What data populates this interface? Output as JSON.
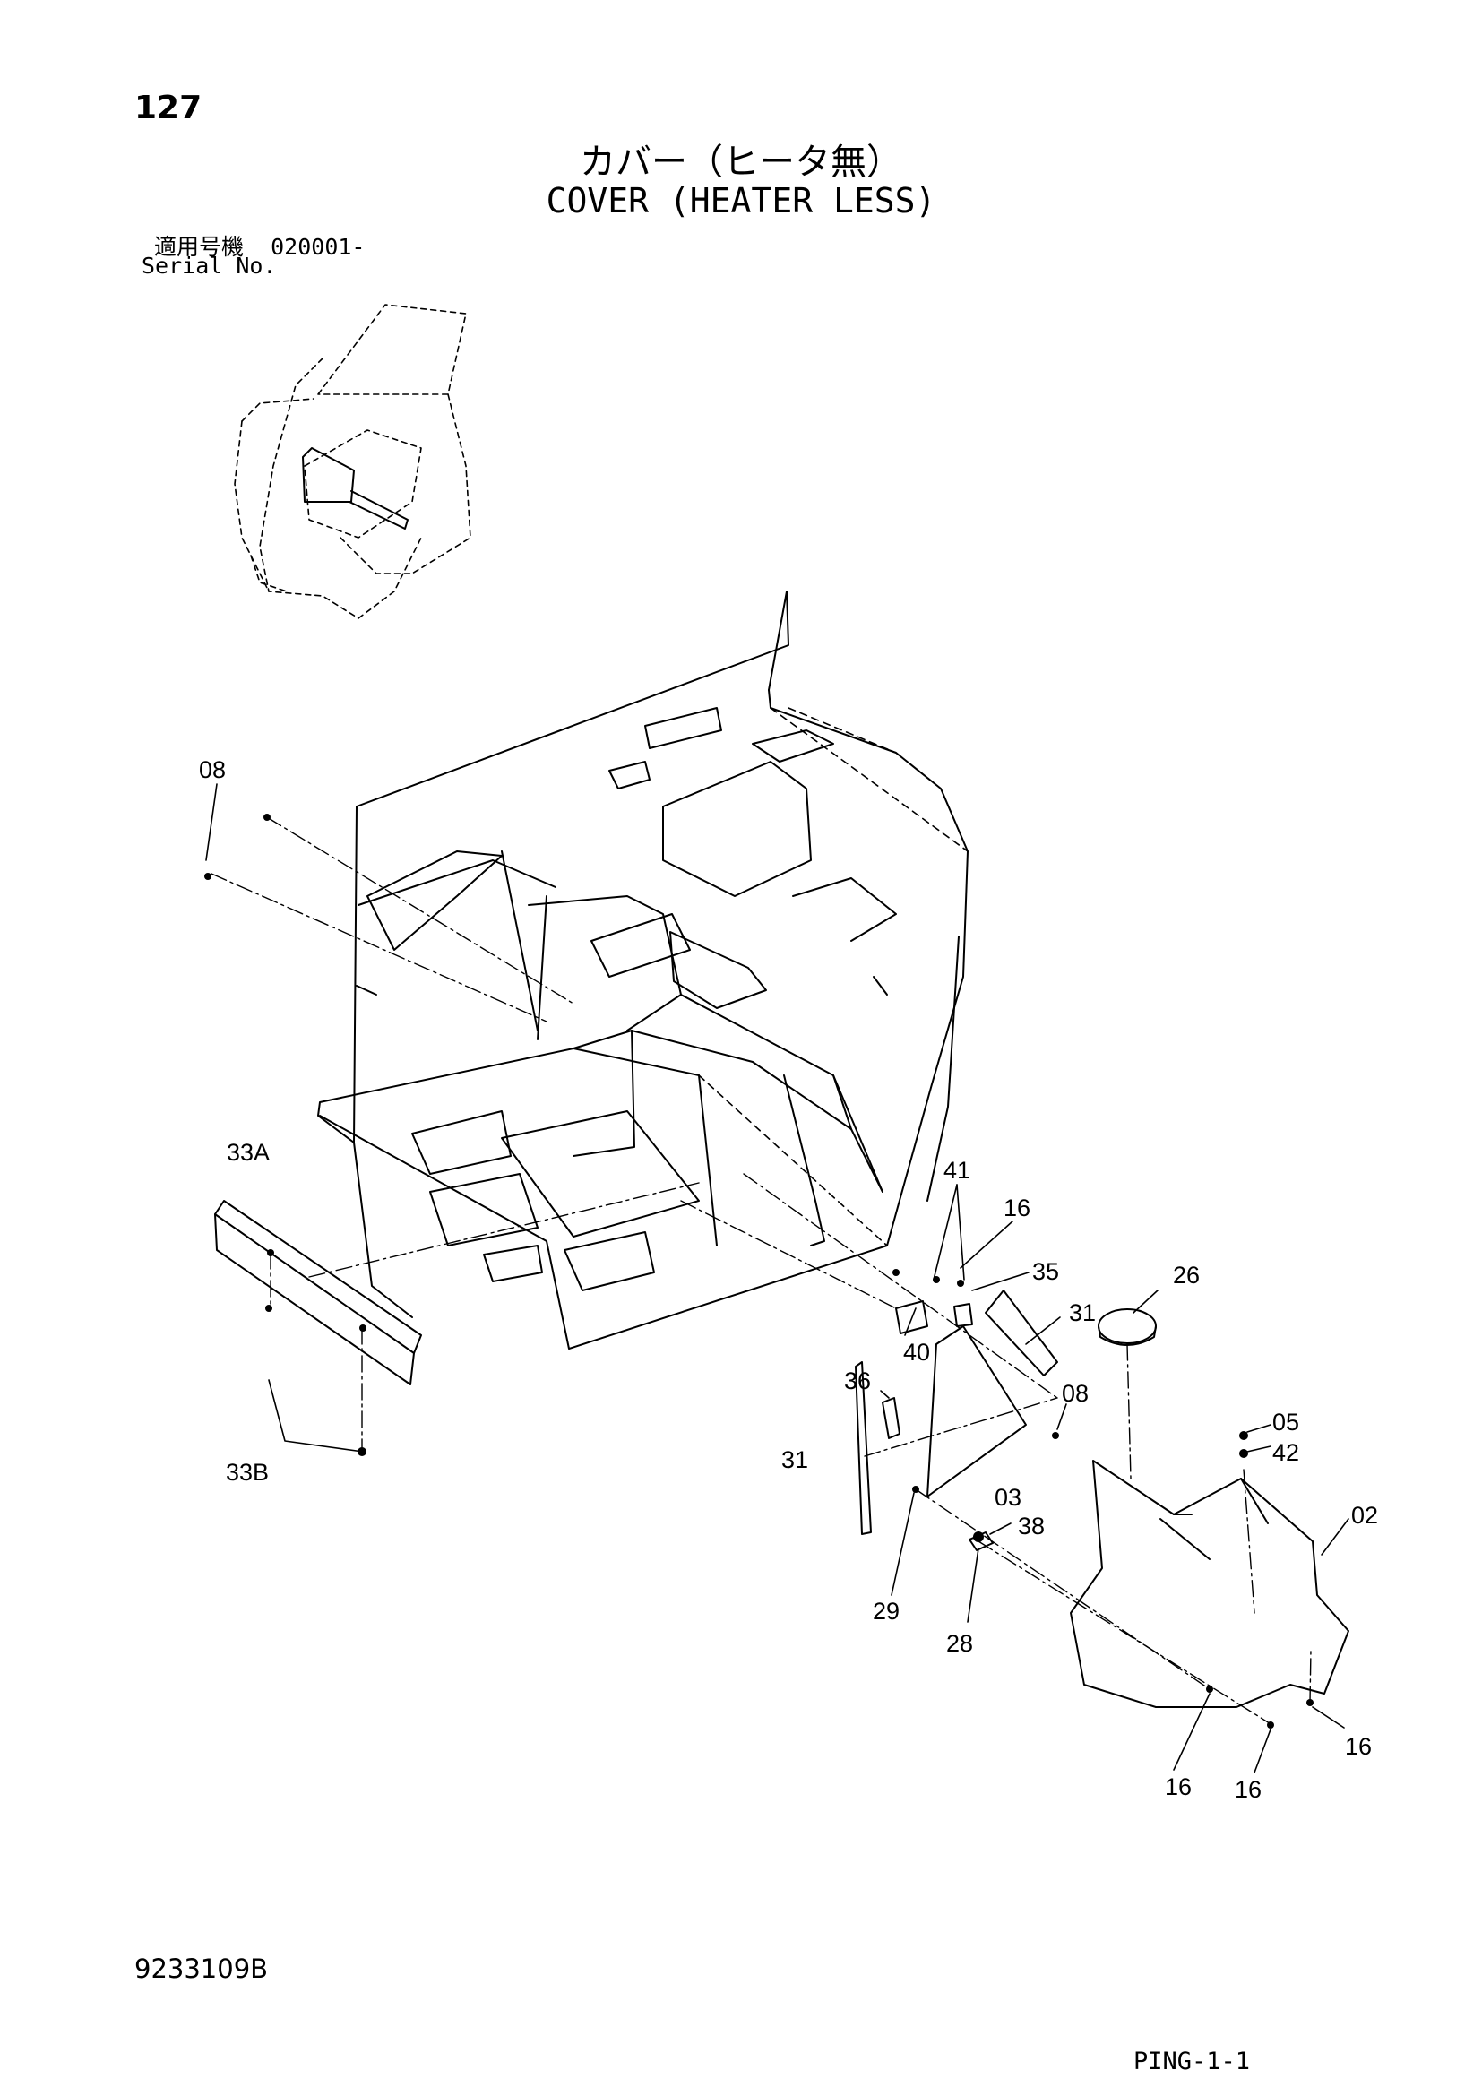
{
  "page_number": "127",
  "title_ja": "カバー（ヒータ無）",
  "title_en": "COVER (HEATER LESS)",
  "serial_label_ja": "適用号機",
  "serial_value": "020001-",
  "serial_label_en": "Serial No.",
  "doc_code": "9233109B",
  "page_ref": "PING-1-1",
  "callouts": {
    "c08a": "08",
    "c33a": "33A",
    "c33b": "33B",
    "c41": "41",
    "c16a": "16",
    "c35": "35",
    "c26": "26",
    "c31a": "31",
    "c40": "40",
    "c36": "36",
    "c08b": "08",
    "c05": "05",
    "c42": "42",
    "c31b": "31",
    "c03": "03",
    "c38": "38",
    "c02": "02",
    "c29": "29",
    "c28": "28",
    "c16b": "16",
    "c16c": "16",
    "c16d": "16"
  }
}
